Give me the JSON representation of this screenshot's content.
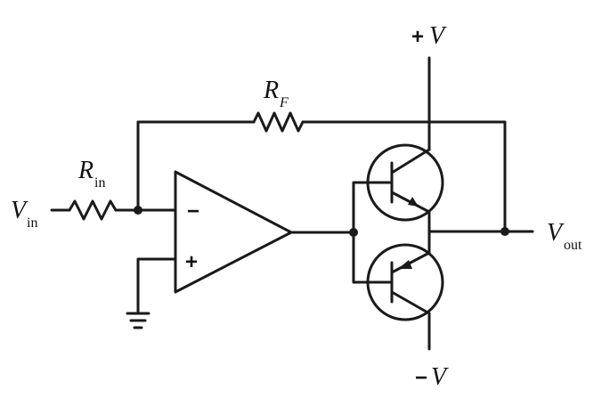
{
  "labels": {
    "vplus": {
      "sign": "+",
      "letter": "V"
    },
    "vminus": {
      "sign": "−",
      "letter": "V"
    },
    "rf": {
      "letter": "R",
      "sub": "F"
    },
    "rin": {
      "letter": "R",
      "sub": "in"
    },
    "vin": {
      "letter": "V",
      "sub": "in"
    },
    "vout": {
      "letter": "V",
      "sub": "out"
    },
    "opamp_inverting": "−",
    "opamp_noninverting": "+"
  }
}
